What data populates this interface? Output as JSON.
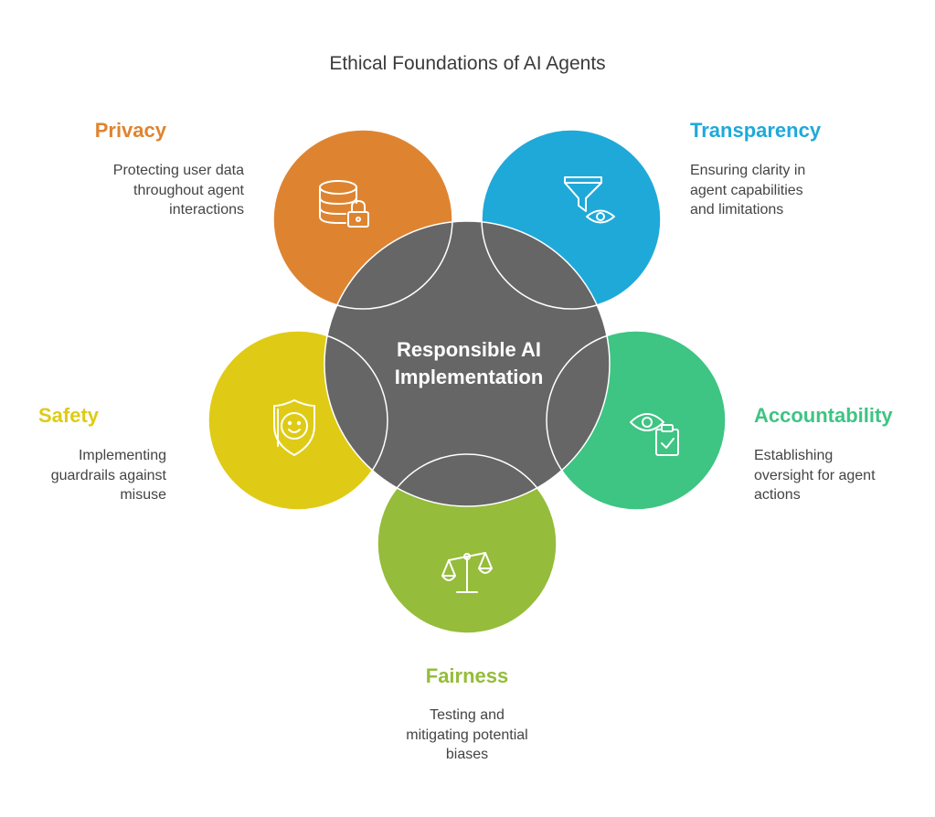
{
  "title": "Ethical Foundations of AI Agents",
  "center": {
    "line1": "Responsible AI",
    "line2": "Implementation",
    "color": "#666666"
  },
  "pillars": {
    "privacy": {
      "title": "Privacy",
      "desc": [
        "Protecting user data",
        "throughout agent",
        "interactions"
      ],
      "color": "#DE8431",
      "icon": "database-lock-icon"
    },
    "transparency": {
      "title": "Transparency",
      "desc": [
        "Ensuring clarity in",
        "agent capabilities",
        "and limitations"
      ],
      "color": "#1FA9D9",
      "icon": "funnel-eye-icon"
    },
    "accountability": {
      "title": "Accountability",
      "desc": [
        "Establishing",
        "oversight for agent",
        "actions"
      ],
      "color": "#3EC483",
      "icon": "eye-clipboard-check-icon"
    },
    "fairness": {
      "title": "Fairness",
      "desc": [
        "Testing and",
        "mitigating potential",
        "biases"
      ],
      "color": "#95BC3A",
      "icon": "balance-scale-icon"
    },
    "safety": {
      "title": "Safety",
      "desc": [
        "Implementing",
        "guardrails against",
        "misuse"
      ],
      "color": "#DFCB15",
      "icon": "shield-face-icon"
    }
  }
}
